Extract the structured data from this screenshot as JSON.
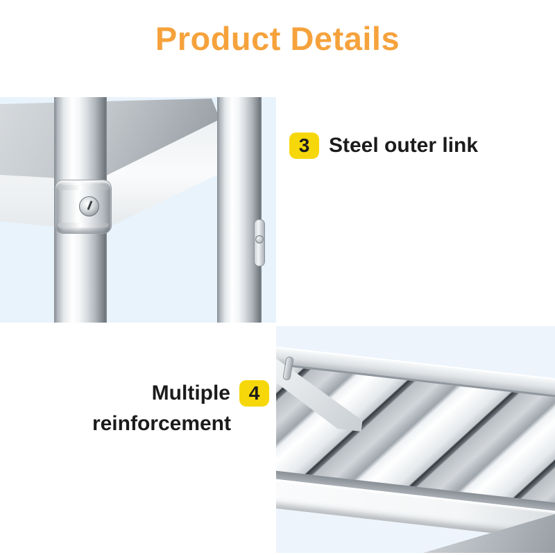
{
  "page": {
    "title": "Product Details",
    "title_color": "#f6a23c",
    "background_color": "#ffffff"
  },
  "colors": {
    "badge_yellow": "#f6d70a",
    "badge_text": "#1c1c1c",
    "label_text": "#1b1b1b",
    "photo_background_top": "#e9f3fc",
    "photo_background_bottom": "#edf4fc",
    "steel_light": "#f4f6f7",
    "steel_dark": "#6d747a"
  },
  "features": [
    {
      "number": "3",
      "label": "Steel outer link",
      "photo": "steel-outer-link-closeup"
    },
    {
      "number": "4",
      "label_line1": "Multiple",
      "label_line2": "reinforcement",
      "photo": "multiple-reinforcement-underside"
    }
  ]
}
